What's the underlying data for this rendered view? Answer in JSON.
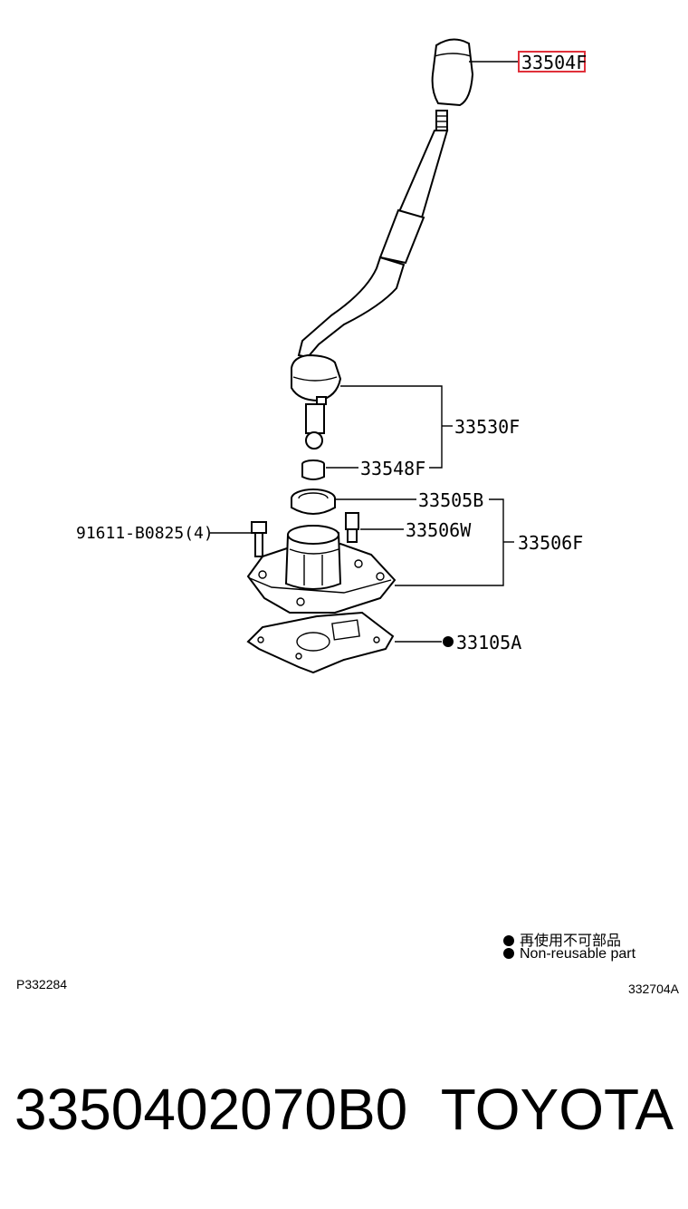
{
  "callouts": {
    "knob": "33504F",
    "lever": "33530F",
    "bushing": "33548F",
    "seat": "33505B",
    "bolt_main": "91611-B0825(4)",
    "pin": "33506W",
    "housing": "33506F",
    "gasket": "33105A"
  },
  "legend": {
    "jp": "再使用不可部品",
    "en": "Non-reusable part"
  },
  "codes": {
    "left": "P332284",
    "right": "332704A"
  },
  "footer": {
    "part_number": "3350402070B0",
    "brand": "TOYOTA"
  },
  "colors": {
    "highlight": "#e0303a",
    "line": "#000000"
  }
}
